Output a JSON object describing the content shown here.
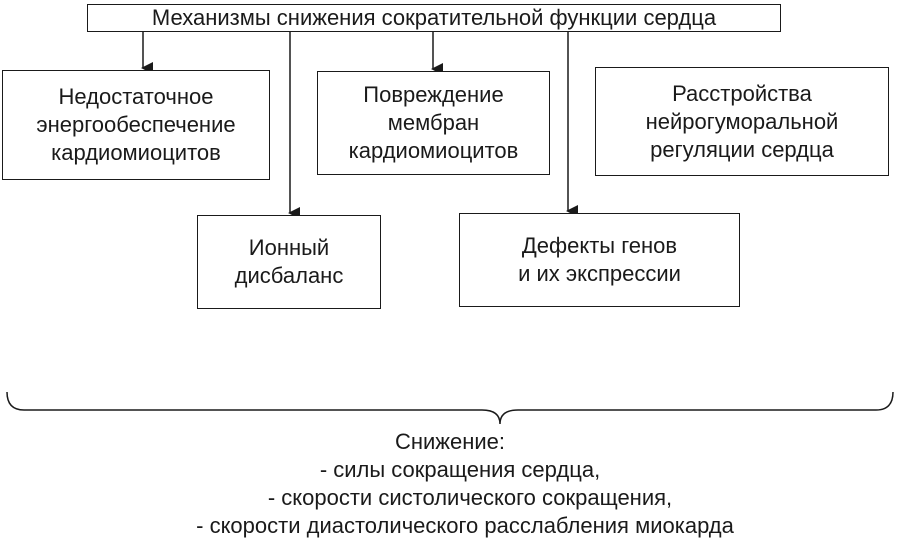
{
  "title": "Механизмы снижения сократительной функции сердца",
  "mechanisms": {
    "energy": [
      "Недостаточное",
      "энергообеспечение",
      "кардиомиоцитов"
    ],
    "membrane": [
      "Повреждение",
      "мембран",
      "кардиомиоцитов"
    ],
    "neuro": [
      "Расстройства",
      "нейрогуморальной",
      "регуляции сердца"
    ],
    "ion": [
      "Ионный",
      "дисбаланс"
    ],
    "genes": [
      "Дефекты генов",
      "и их экспрессии"
    ]
  },
  "result": {
    "heading": "Снижение:",
    "items": [
      "- силы сокращения сердца,",
      "- скорости систолического сокращения,",
      "- скорости диастолического расслабления миокарда"
    ]
  },
  "colors": {
    "line": "#1a1a1a",
    "background": "#ffffff"
  }
}
